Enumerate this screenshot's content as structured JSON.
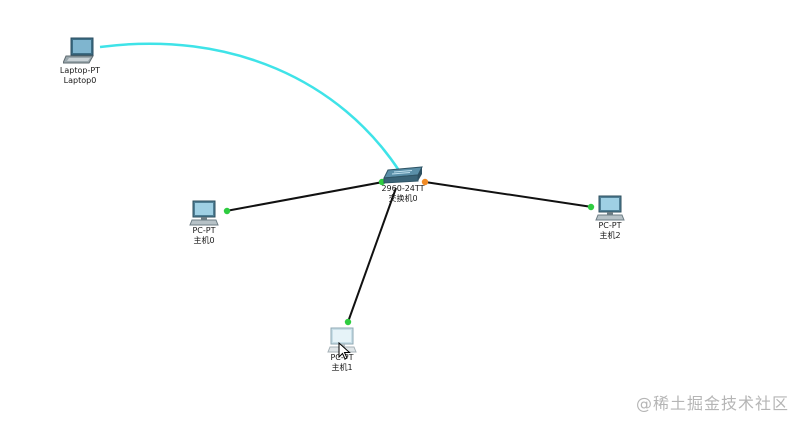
{
  "colors": {
    "console_cable": "#3fe3e8",
    "ethernet_cable": "#111111",
    "port_up": "#2ecc40",
    "port_down": "#f08a24"
  },
  "devices": {
    "laptop0": {
      "model": "Laptop-PT",
      "name": "Laptop0",
      "icon": "laptop-icon"
    },
    "switch0": {
      "model": "2960-24TT",
      "name": "交换机0",
      "icon": "switch-icon"
    },
    "pc0": {
      "model": "PC-PT",
      "name": "主机0",
      "icon": "desktop-pc-icon"
    },
    "pc1": {
      "model": "PC-PT",
      "name": "主机1",
      "icon": "desktop-pc-icon"
    },
    "pc2": {
      "model": "PC-PT",
      "name": "主机2",
      "icon": "desktop-pc-icon"
    }
  },
  "watermark": "@稀土掘金技术社区"
}
